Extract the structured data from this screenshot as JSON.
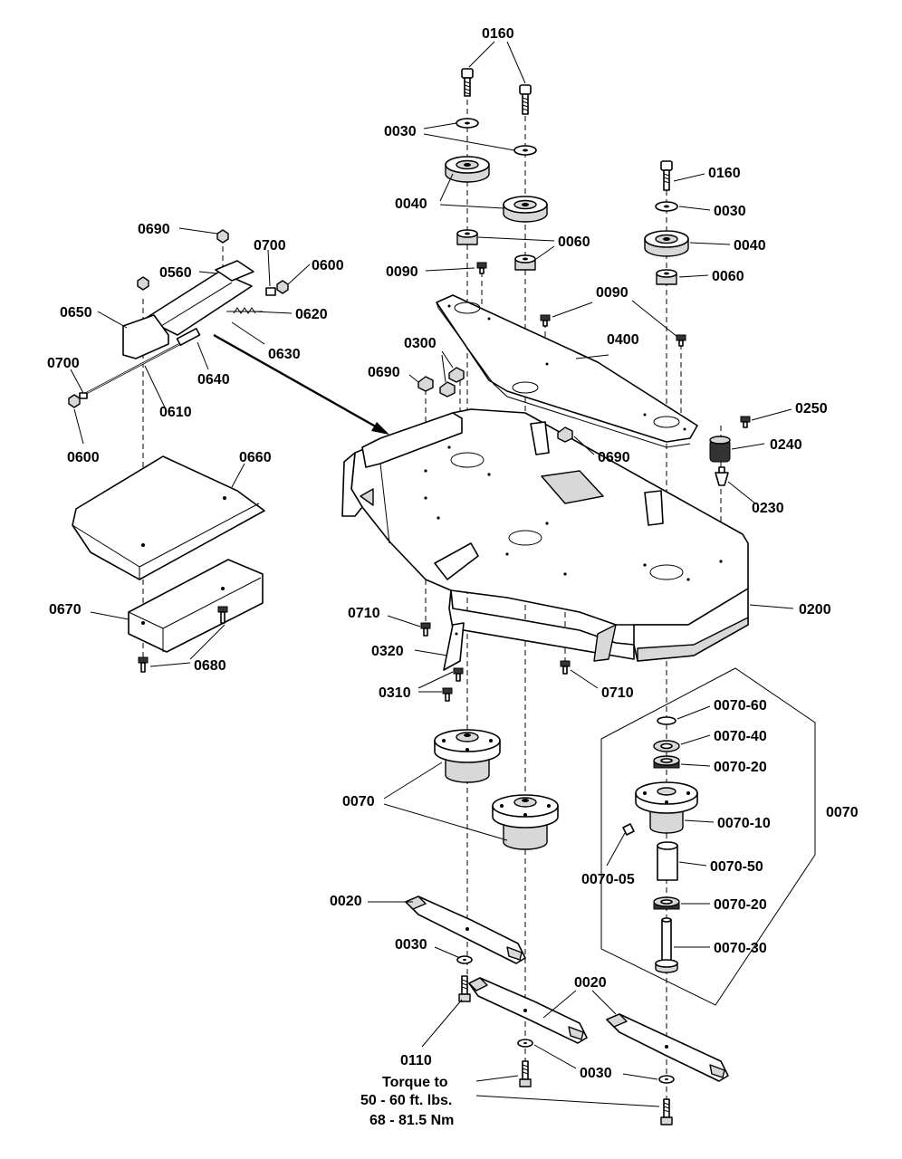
{
  "labels": {
    "p0160_top": "0160",
    "p0030_top": "0030",
    "p0040_left": "0040",
    "p0060_mid": "0060",
    "p0090_left": "0090",
    "p0160_right": "0160",
    "p0030_right": "0030",
    "p0040_right": "0040",
    "p0060_right": "0060",
    "p0090_mid": "0090",
    "p0400": "0400",
    "p0300": "0300",
    "p0690_mid": "0690",
    "p0690_deck": "0690",
    "p0250": "0250",
    "p0240": "0240",
    "p0230": "0230",
    "p0200": "0200",
    "p0690_left": "0690",
    "p0700_top": "0700",
    "p0600_top": "0600",
    "p0560": "0560",
    "p0620": "0620",
    "p0650": "0650",
    "p0630": "0630",
    "p0640": "0640",
    "p0700_left": "0700",
    "p0610": "0610",
    "p0600_left": "0600",
    "p0660": "0660",
    "p0670": "0670",
    "p0680": "0680",
    "p0710_left": "0710",
    "p0710_right": "0710",
    "p0320": "0320",
    "p0310": "0310",
    "p0070_left": "0070",
    "p0070_60": "0070-60",
    "p0070_40": "0070-40",
    "p0070_20_top": "0070-20",
    "p0070_10": "0070-10",
    "p0070_group": "0070",
    "p0070_05": "0070-05",
    "p0070_50": "0070-50",
    "p0070_20_bot": "0070-20",
    "p0070_30": "0070-30",
    "p0020_left": "0020",
    "p0020_right": "0020",
    "p0030_blade": "0030",
    "p0030_bottom": "0030",
    "p0110": "0110"
  },
  "torque_note": {
    "line1": "Torque to",
    "line2": "50 - 60 ft. lbs.",
    "line3": "68 - 81.5 Nm"
  }
}
